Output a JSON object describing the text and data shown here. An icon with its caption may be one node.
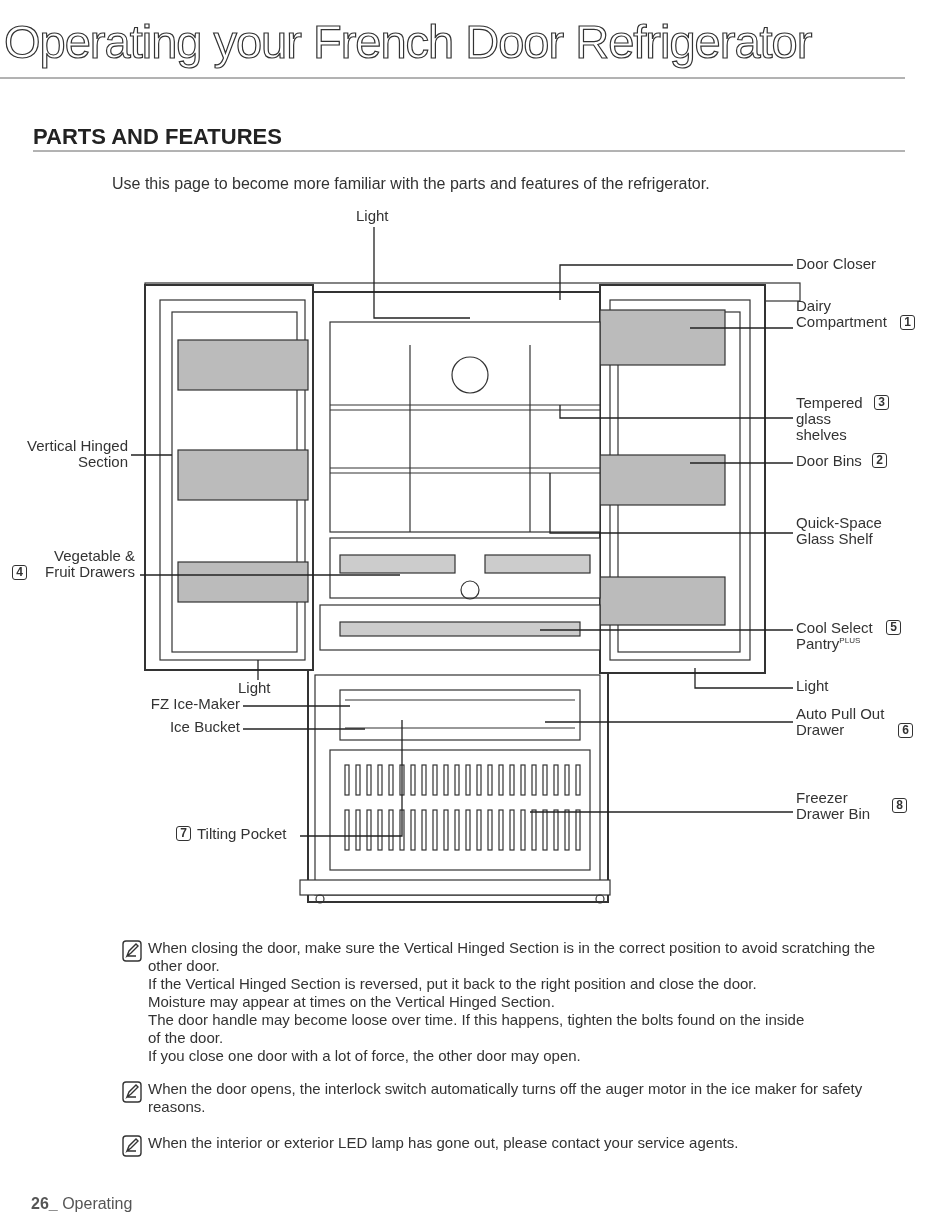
{
  "diagram": {
    "title": "Operating your French Door Refrigerator",
    "nodes": [
      {
        "text": [
          "Light"
        ]
      },
      {
        "text": [
          "Door Closer"
        ]
      },
      {
        "text": [
          "Dairy Compartment",
          "1"
        ]
      },
      {
        "text": [
          "Vertical Hinged Section"
        ]
      },
      {
        "text": [
          "Tempered glass shelves",
          "3"
        ]
      },
      {
        "text": [
          "Door Bins",
          "2"
        ]
      },
      {
        "text": [
          "Quick-Space Glass Shelf"
        ]
      },
      {
        "text": [
          "4",
          "Vegetable & Fruit Drawers"
        ]
      },
      {
        "text": [
          "Cool Select Pantry$^{PLUS}$",
          "5"
        ]
      },
      {
        "text": [
          "Light"
        ]
      },
      {
        "text": [
          "Light"
        ]
      },
      {
        "text": [
          "FZ Ice-Maker"
        ]
      },
      {
        "text": [
          "Auto Pull Out Drawer",
          "6"
        ]
      },
      {
        "text": [
          "Ice Bucket"
        ]
      },
      {
        "text": [
          "Freezer Drawer Bin",
          "8"
        ]
      },
      {
        "text": [
          "7",
          "Tilting Pocket"
        ]
      }
    ],
    "edges": [
      {
        "from": 0,
        "to": null,
        "arrow": "none"
      },
      {
        "from": 1,
        "to": null,
        "arrow": "none"
      },
      {
        "from": 2,
        "to": null,
        "arrow": "none"
      },
      {
        "from": 3,
        "to": null,
        "arrow": "none"
      },
      {
        "from": 4,
        "to": null,
        "arrow": "none"
      },
      {
        "from": 5,
        "to": null,
        "arrow": "none"
      },
      {
        "from": 6,
        "to": null,
        "arrow": "none"
      },
      {
        "from": 7,
        "to": null,
        "arrow": "none"
      },
      {
        "from": 8,
        "to": null,
        "arrow": "none"
      },
      {
        "from": 9,
        "to": null,
        "arrow": "none"
      },
      {
        "from": 10,
        "to": null,
        "arrow": "none"
      },
      {
        "from": 11,
        "to": null,
        "arrow": "none"
      },
      {
        "from": 12,
        "to": null,
        "arrow": "none"
      },
      {
        "from": 13,
        "to": null,
        "arrow": "none"
      },
      {
        "from": 14,
        "to": null,
        "arrow": "none"
      },
      {
        "from": 15,
        "to": null,
        "arrow": "none"
      }
    ],
    "labels": [
      "PARTS AND FEATURES",
      "Use this page to become more familiar with the parts and features of the refrigerator.",
      "When closing the door, make sure the Vertical Hinged Section is in the correct position to avoid scratching the other door.",
      "If the Vertical Hinged Section is reversed, put it back to the right position and close the door.",
      "Moisture may appear at times on the Vertical Hinged Section.",
      "The door handle may become loose over time. If this happens, tighten the bolts found on the inside of the door.",
      "If you close one door with a lot of force, the other door may open.",
      "When the door opens, the interlock switch automatically turns off the auger motor in the ice maker for safety reasons.",
      "When the interior or exterior LED lamp has gone out, please contact your service agents.",
      "**26_** Operating"
    ]
  }
}
